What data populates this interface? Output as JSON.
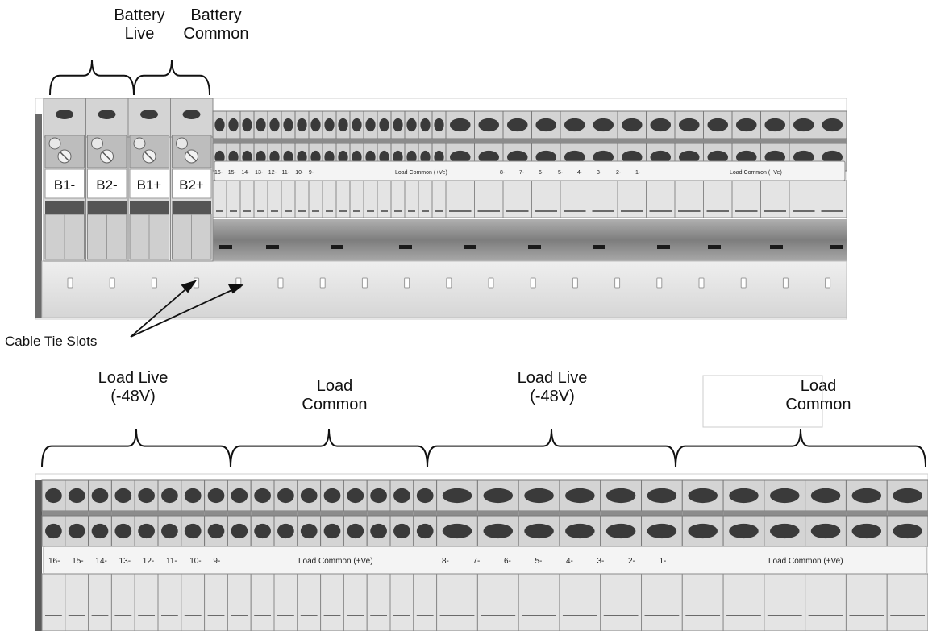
{
  "top_labels": {
    "battery_live": [
      "Battery",
      "Live"
    ],
    "battery_common": [
      "Battery",
      "Common"
    ],
    "cable_tie_slots": "Cable Tie Slots"
  },
  "battery_terminals": [
    "B1-",
    "B2-",
    "B1+",
    "B2+"
  ],
  "load_numbers": {
    "group_a": [
      "16-",
      "15-",
      "14-",
      "13-",
      "12-",
      "11-",
      "10-",
      "9-"
    ],
    "group_b": [
      "8-",
      "7-",
      "6-",
      "5-",
      "4-",
      "3-",
      "2-",
      "1-"
    ]
  },
  "load_common_label": "Load Common (+Ve)",
  "bottom_labels": {
    "load_live_1": [
      "Load Live",
      "(-48V)"
    ],
    "load_common_1": [
      "Load",
      "Common"
    ],
    "load_live_2": [
      "Load Live",
      "(-48V)"
    ],
    "load_common_2": [
      "Load",
      "Common"
    ]
  },
  "colors": {
    "terminal_fill": "#d4d4d4",
    "screw_fill": "#3a3a3a",
    "rail_fill": "#8f8f8f",
    "label_strip": "#f4f4f4"
  }
}
